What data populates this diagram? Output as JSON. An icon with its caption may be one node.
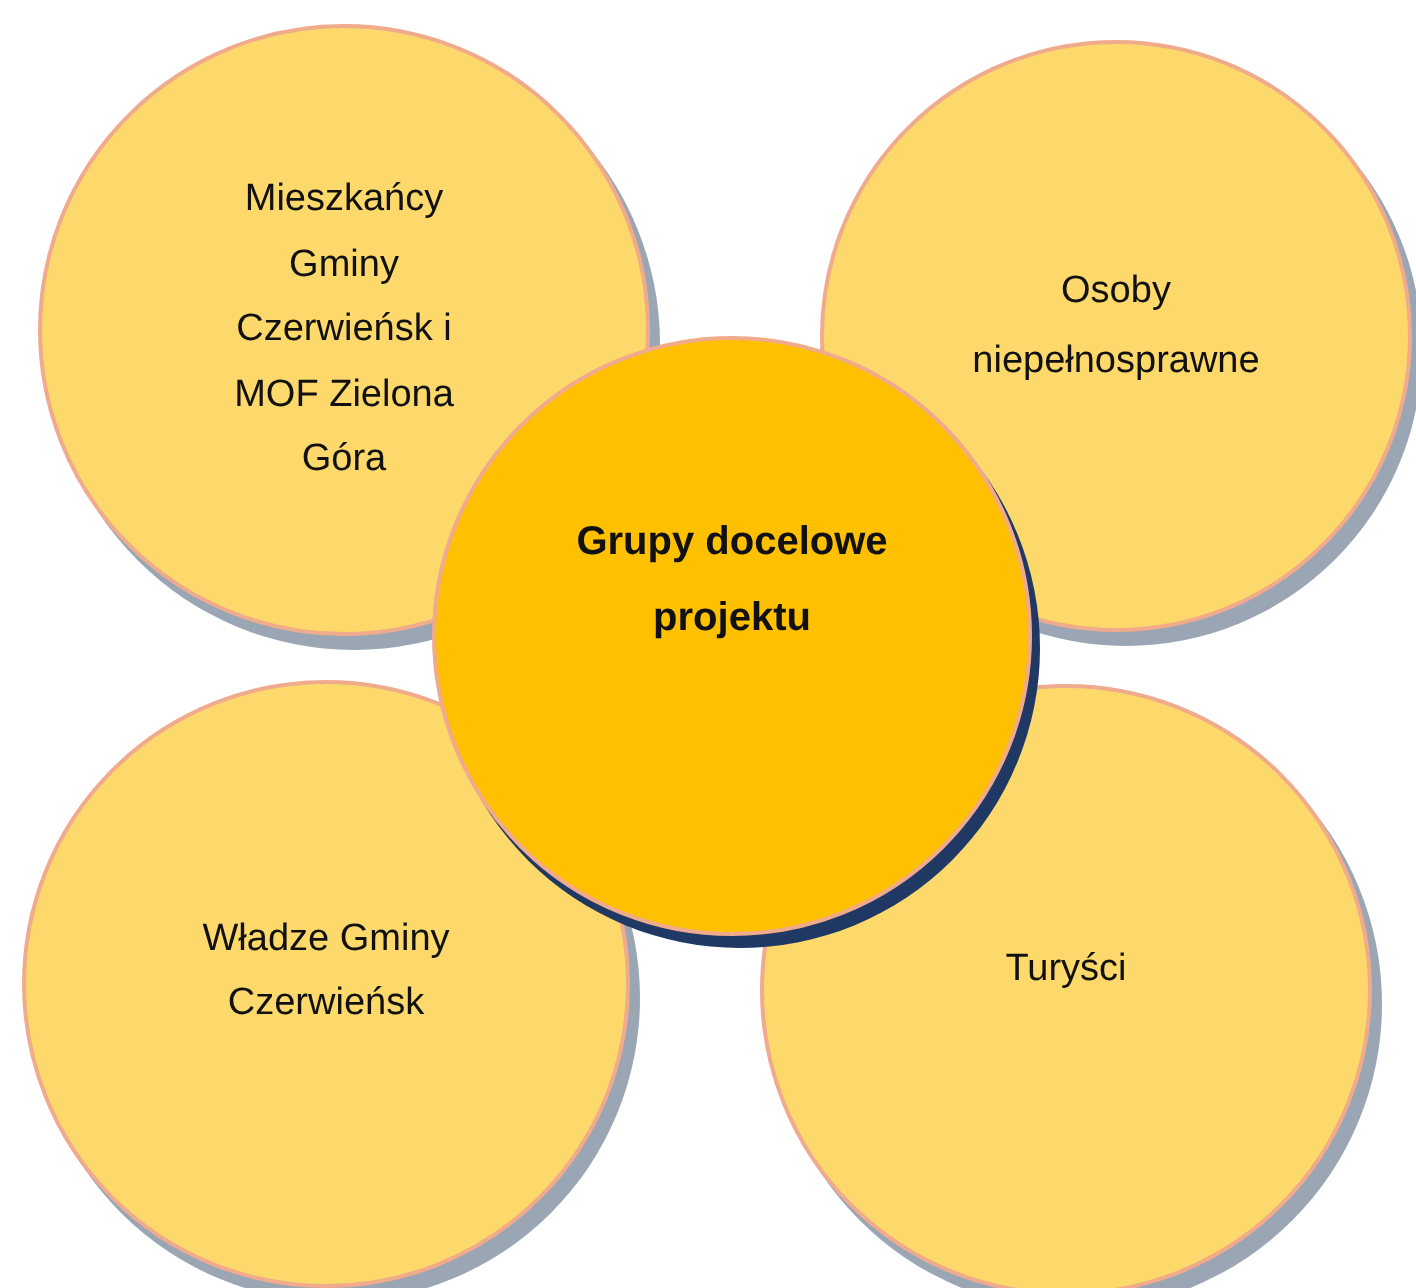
{
  "diagram": {
    "nodes": [
      {
        "text": [
          "Mieszkańcy Gminy Czerwieńsk i MOF Zielona Góra"
        ]
      },
      {
        "text": [
          "Osoby niepełnosprawne"
        ]
      },
      {
        "text": [
          "Grupy docelowe projektu"
        ]
      },
      {
        "text": [
          "Władze Gminy Czerwieńsk"
        ]
      },
      {
        "text": [
          "Turyści"
        ]
      }
    ]
  }
}
